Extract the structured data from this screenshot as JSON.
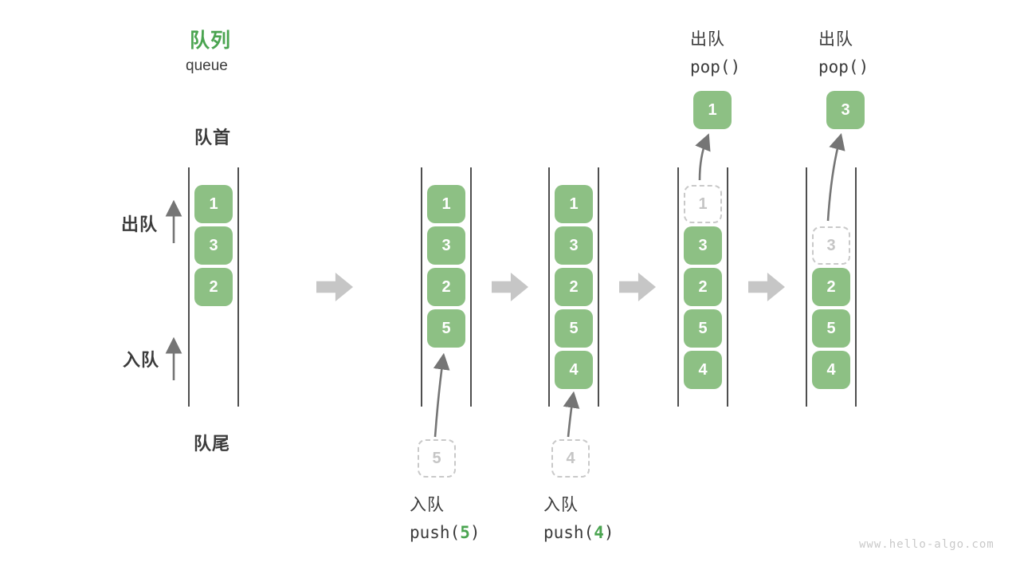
{
  "title": {
    "zh": "队列",
    "en": "queue"
  },
  "labels": {
    "front": "队首",
    "rear": "队尾",
    "dequeue_side": "出队",
    "enqueue_side": "入队"
  },
  "watermark": "www.hello-algo.com",
  "colors": {
    "box_green": "#8DC084",
    "accent_green": "#4AA450",
    "text_dark": "#3B3B3B",
    "big_arrow_gray": "#C6C6C6",
    "thin_arrow_gray": "#757575",
    "dashed_gray": "#C9C9C9"
  },
  "columns": [
    {
      "boxes": [
        {
          "row": 0,
          "value": "1",
          "dashed": false
        },
        {
          "row": 1,
          "value": "3",
          "dashed": false
        },
        {
          "row": 2,
          "value": "2",
          "dashed": false
        }
      ]
    },
    {
      "boxes": [
        {
          "row": 0,
          "value": "1",
          "dashed": false
        },
        {
          "row": 1,
          "value": "3",
          "dashed": false
        },
        {
          "row": 2,
          "value": "2",
          "dashed": false
        },
        {
          "row": 3,
          "value": "5",
          "dashed": false
        }
      ],
      "pending": {
        "value": "5"
      },
      "action": {
        "label": "入队",
        "code_before": "push(",
        "code_arg": "5",
        "code_after": ")"
      }
    },
    {
      "boxes": [
        {
          "row": 0,
          "value": "1",
          "dashed": false
        },
        {
          "row": 1,
          "value": "3",
          "dashed": false
        },
        {
          "row": 2,
          "value": "2",
          "dashed": false
        },
        {
          "row": 3,
          "value": "5",
          "dashed": false
        },
        {
          "row": 4,
          "value": "4",
          "dashed": false
        }
      ],
      "pending": {
        "value": "4"
      },
      "action": {
        "label": "入队",
        "code_before": "push(",
        "code_arg": "4",
        "code_after": ")"
      }
    },
    {
      "boxes": [
        {
          "row": 0,
          "value": "1",
          "dashed": true
        },
        {
          "row": 1,
          "value": "3",
          "dashed": false
        },
        {
          "row": 2,
          "value": "2",
          "dashed": false
        },
        {
          "row": 3,
          "value": "5",
          "dashed": false
        },
        {
          "row": 4,
          "value": "4",
          "dashed": false
        }
      ],
      "header": {
        "label": "出队",
        "code": "pop()"
      },
      "floating": {
        "value": "1"
      }
    },
    {
      "boxes": [
        {
          "row": 1,
          "value": "3",
          "dashed": true
        },
        {
          "row": 2,
          "value": "2",
          "dashed": false
        },
        {
          "row": 3,
          "value": "5",
          "dashed": false
        },
        {
          "row": 4,
          "value": "4",
          "dashed": false
        }
      ],
      "header": {
        "label": "出队",
        "code": "pop()"
      },
      "floating": {
        "value": "3"
      }
    }
  ]
}
